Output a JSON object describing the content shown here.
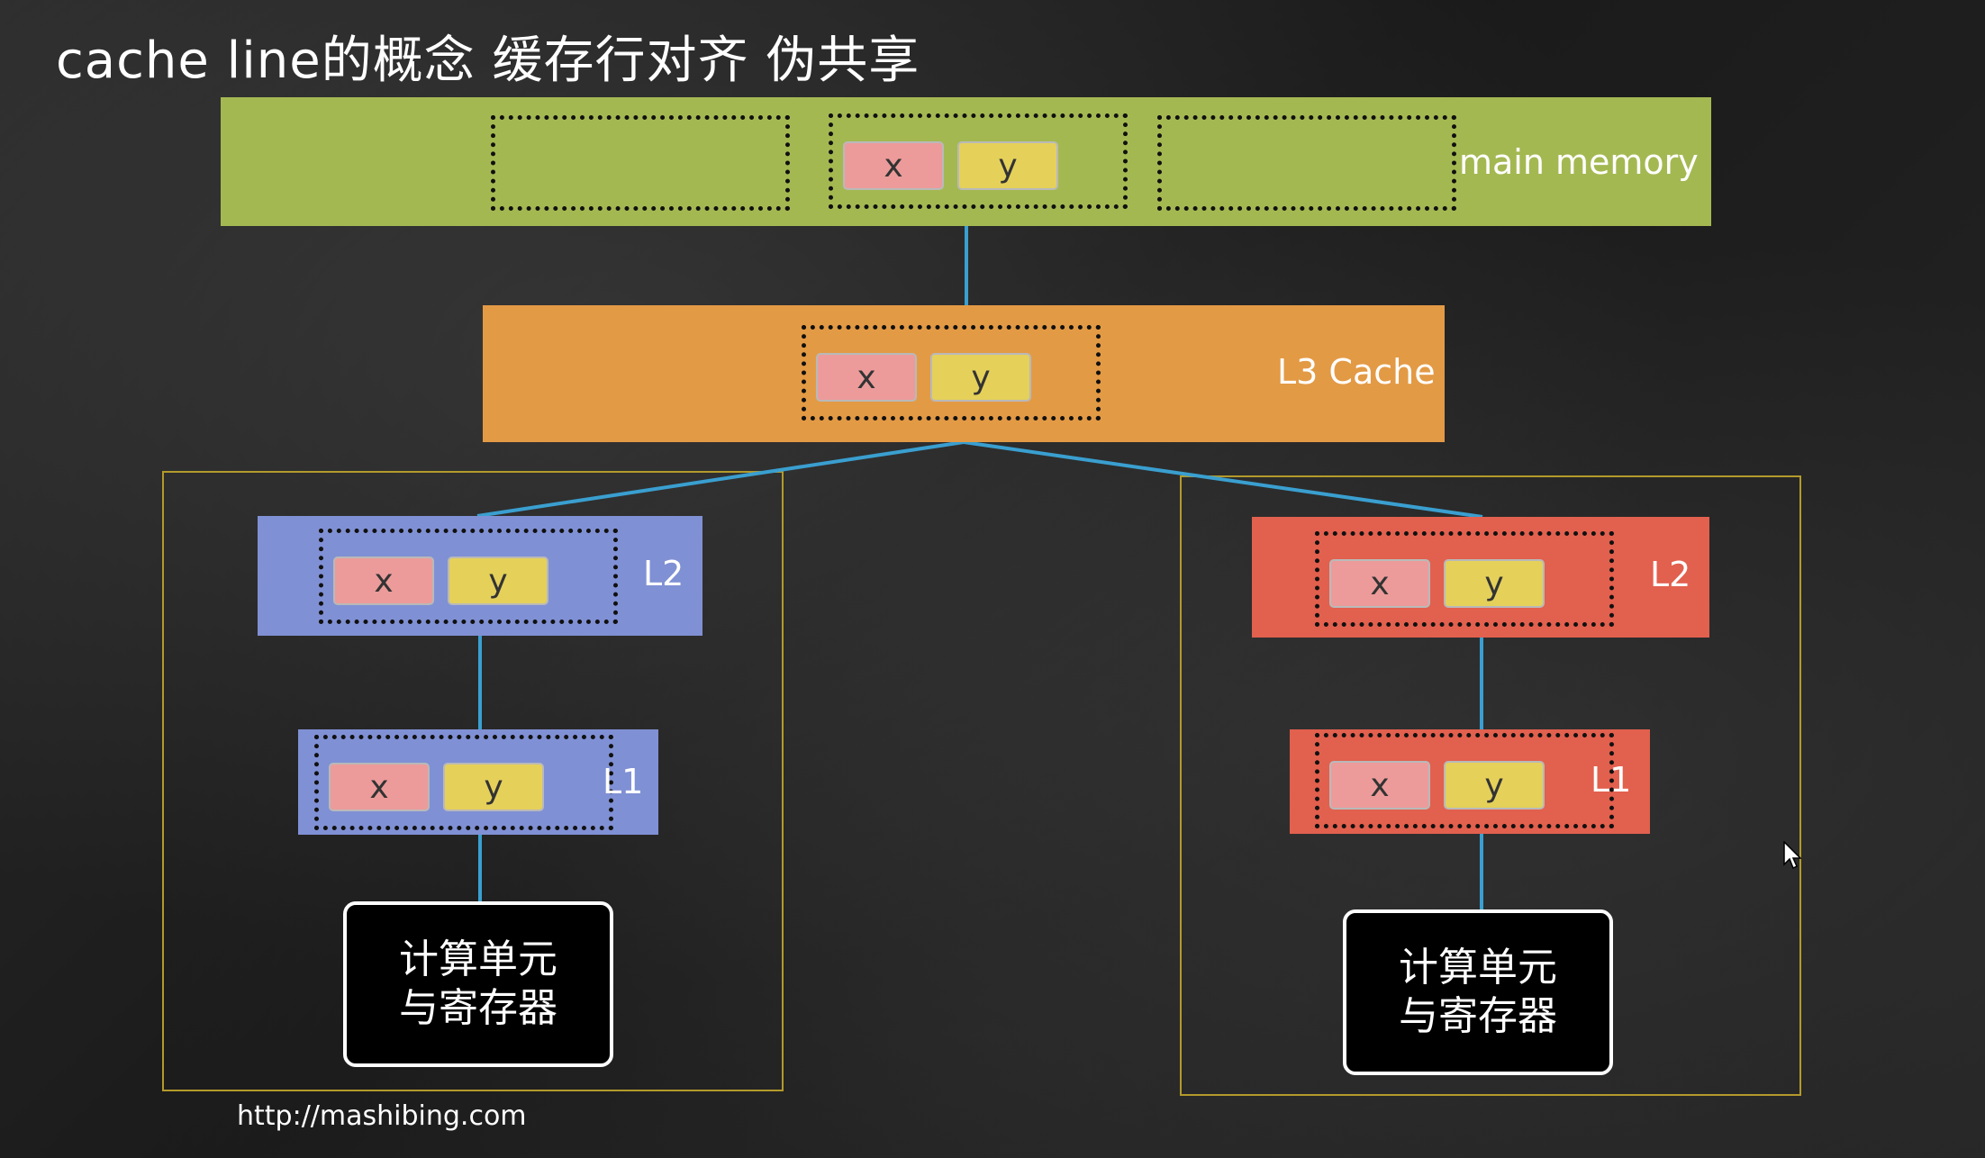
{
  "title": "cache line的概念 缓存行对齐 伪共享",
  "footer_url": "http://mashibing.com",
  "levels": {
    "main_memory": {
      "label": "main memory"
    },
    "l3": {
      "label": "L3 Cache"
    },
    "left_l2": {
      "label": "L2"
    },
    "left_l1": {
      "label": "L1"
    },
    "right_l2": {
      "label": "L2"
    },
    "right_l1": {
      "label": "L1"
    }
  },
  "cell": {
    "x": "x",
    "y": "y"
  },
  "compute_unit": {
    "label": "计算单元\n与寄存器"
  },
  "colors": {
    "main_memory": "#a4b852",
    "l3": "#e39a45",
    "left_cache": "#8090d4",
    "right_cache": "#e2604e",
    "cell_x": "#ec9b9a",
    "cell_y": "#e5d05a",
    "connector": "#3a9fd0",
    "core_frame": "#b39a2b"
  }
}
